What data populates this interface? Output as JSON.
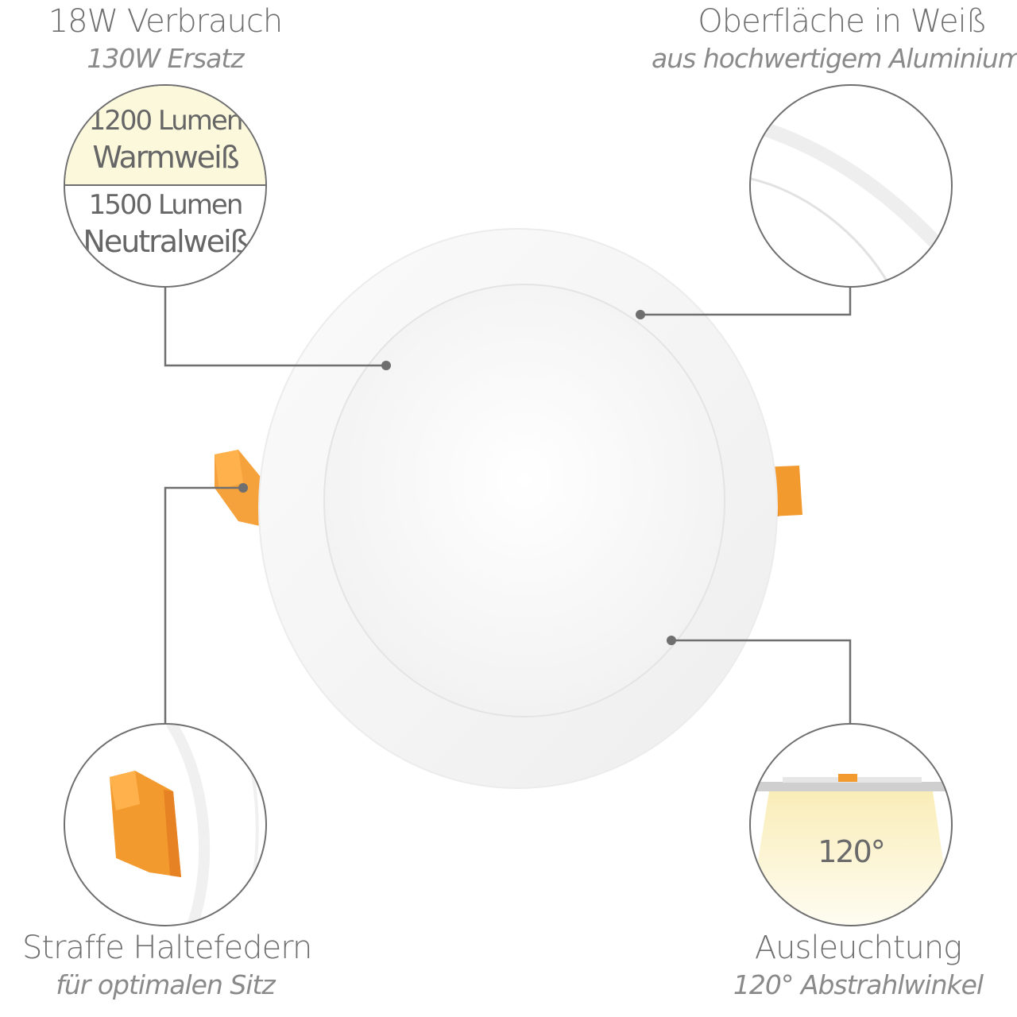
{
  "top_left": {
    "title": "18W Verbrauch",
    "subtitle": "130W Ersatz",
    "warm_lumen": "1200 Lumen",
    "warm_label": "Warmweiß",
    "neutral_lumen": "1500 Lumen",
    "neutral_label": "Neutralweiß"
  },
  "top_right": {
    "title": "Oberfläche in Weiß",
    "subtitle": "aus hochwertigem Aluminium"
  },
  "bottom_left": {
    "title": "Straffe Haltefedern",
    "subtitle": "für optimalen Sitz"
  },
  "bottom_right": {
    "title": "Ausleuchtung",
    "subtitle": "120° Abstrahlwinkel",
    "angle_label": "120°"
  },
  "colors": {
    "line": "#6f6f6f",
    "warm_fill": "#fbf8dc",
    "spring_orange": "#f39a2e",
    "panel_white": "#ffffff"
  }
}
